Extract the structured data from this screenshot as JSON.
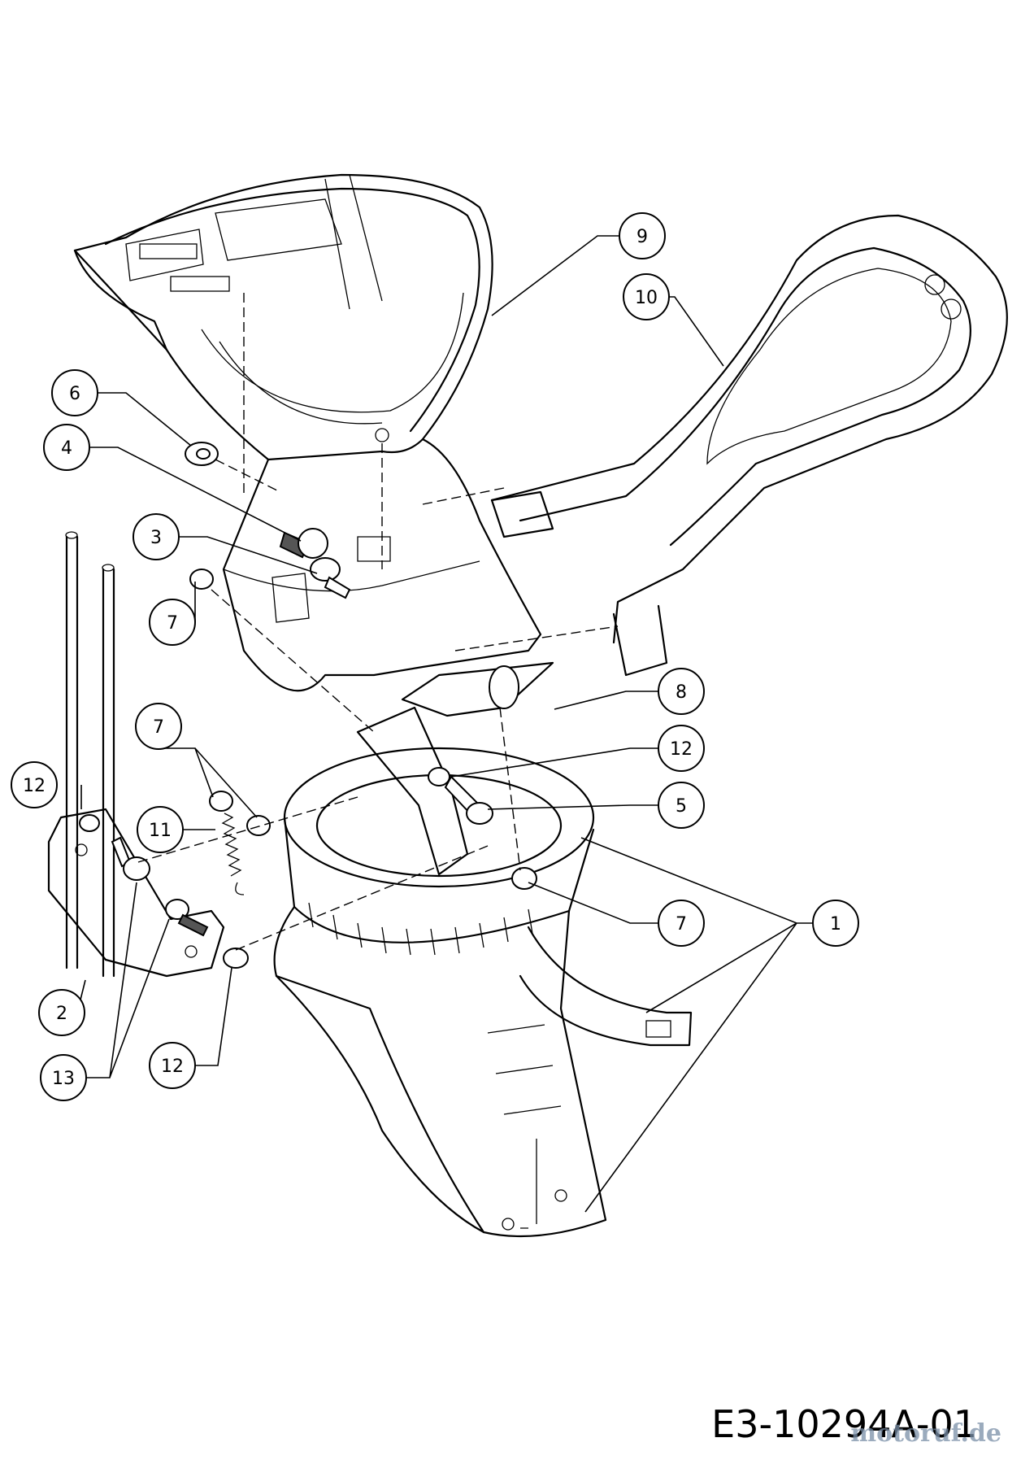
{
  "drawing_code": "E3-10294A-01",
  "watermark": "motoruf.de",
  "callouts": [
    {
      "id": "c9",
      "label": "9"
    },
    {
      "id": "c10",
      "label": "10"
    },
    {
      "id": "c6",
      "label": "6"
    },
    {
      "id": "c4",
      "label": "4"
    },
    {
      "id": "c3",
      "label": "3"
    },
    {
      "id": "c7a",
      "label": "7"
    },
    {
      "id": "c7b",
      "label": "7"
    },
    {
      "id": "c8",
      "label": "8"
    },
    {
      "id": "c12a",
      "label": "12"
    },
    {
      "id": "c12b",
      "label": "12"
    },
    {
      "id": "c5",
      "label": "5"
    },
    {
      "id": "c11",
      "label": "11"
    },
    {
      "id": "c7c",
      "label": "7"
    },
    {
      "id": "c1",
      "label": "1"
    },
    {
      "id": "c2",
      "label": "2"
    },
    {
      "id": "c13",
      "label": "13"
    },
    {
      "id": "c12c",
      "label": "12"
    }
  ]
}
